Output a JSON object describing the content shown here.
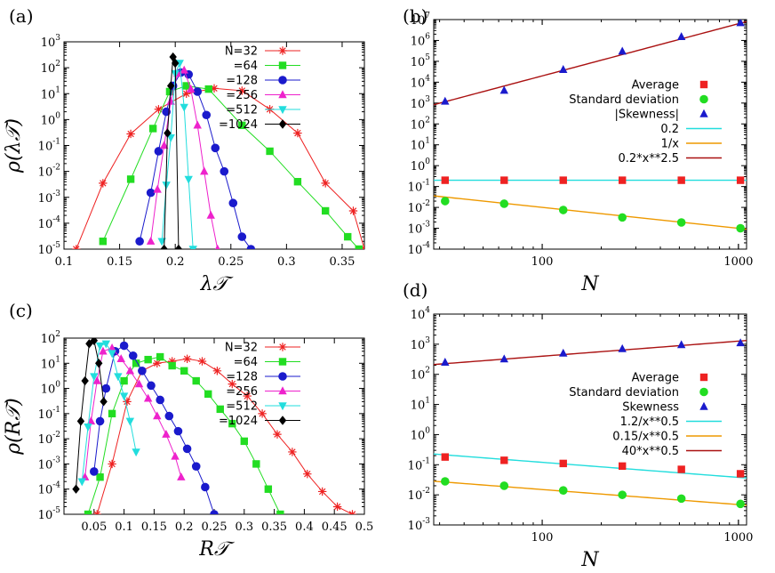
{
  "panel_labels": [
    "(a)",
    "(b)",
    "(c)",
    "(d)"
  ],
  "chart_data": [
    {
      "id": "a",
      "type": "line",
      "xlabel": "λ𝒯",
      "ylabel": "ρ(λ𝒯)",
      "xscale": "linear",
      "yscale": "log",
      "xlim": [
        0.1,
        0.37
      ],
      "ylim": [
        1e-05,
        1000
      ],
      "xticks": [
        0.1,
        0.15,
        0.2,
        0.25,
        0.3,
        0.35
      ],
      "xtick_labels": [
        "0.1",
        "0.15",
        "0.2",
        "0.25",
        "0.3",
        "0.35"
      ],
      "yticks": [
        1e-05,
        0.0001,
        0.001,
        0.01,
        0.1,
        1,
        10,
        100,
        1000
      ],
      "ytick_labels": [
        [
          "10",
          "-5"
        ],
        [
          "10",
          "-4"
        ],
        [
          "10",
          "-3"
        ],
        [
          "10",
          "-2"
        ],
        [
          "10",
          "-1"
        ],
        [
          "10",
          "0"
        ],
        [
          "10",
          "1"
        ],
        [
          "10",
          "2"
        ],
        [
          "10",
          "3"
        ]
      ],
      "legend": "top-right",
      "series": [
        {
          "name": "N=32",
          "color": "#ee2222",
          "marker": "star",
          "x": [
            0.111,
            0.135,
            0.16,
            0.185,
            0.21,
            0.235,
            0.26,
            0.285,
            0.31,
            0.335,
            0.36,
            0.37
          ],
          "y": [
            1e-05,
            0.0035,
            0.28,
            2.5,
            10,
            16,
            13,
            2.5,
            0.3,
            0.0035,
            0.0003,
            1e-05
          ]
        },
        {
          "name": "=64",
          "color": "#22dd22",
          "marker": "square",
          "x": [
            0.135,
            0.16,
            0.18,
            0.195,
            0.21,
            0.23,
            0.26,
            0.285,
            0.31,
            0.335,
            0.355,
            0.365
          ],
          "y": [
            2e-05,
            0.005,
            0.45,
            12,
            20,
            15,
            0.6,
            0.06,
            0.004,
            0.0003,
            3e-05,
            1e-05
          ]
        },
        {
          "name": "=128",
          "color": "#1a1acc",
          "marker": "circle",
          "x": [
            0.168,
            0.178,
            0.185,
            0.192,
            0.198,
            0.205,
            0.212,
            0.22,
            0.228,
            0.236,
            0.244,
            0.252,
            0.26,
            0.268
          ],
          "y": [
            2e-05,
            0.0015,
            0.06,
            2,
            20,
            65,
            55,
            12,
            1.5,
            0.08,
            0.01,
            0.0006,
            3e-05,
            1e-05
          ]
        },
        {
          "name": "=256",
          "color": "#ee22cc",
          "marker": "triangle",
          "x": [
            0.178,
            0.184,
            0.19,
            0.196,
            0.202,
            0.208,
            0.214,
            0.22,
            0.226,
            0.232,
            0.238
          ],
          "y": [
            2e-05,
            0.002,
            0.1,
            5,
            60,
            80,
            15,
            0.6,
            0.01,
            0.0002,
            1e-05
          ]
        },
        {
          "name": "=512",
          "color": "#22dddd",
          "marker": "triangledown",
          "x": [
            0.188,
            0.192,
            0.196,
            0.2,
            0.204,
            0.208,
            0.212,
            0.216
          ],
          "y": [
            2e-05,
            0.003,
            0.2,
            60,
            150,
            3,
            0.005,
            1e-05
          ]
        },
        {
          "name": "=1024",
          "color": "#000000",
          "marker": "diamond",
          "x": [
            0.19,
            0.193,
            0.196,
            0.198,
            0.2,
            0.203
          ],
          "y": [
            1e-05,
            0.3,
            20,
            260,
            150,
            1e-05
          ]
        }
      ]
    },
    {
      "id": "b",
      "type": "scatter",
      "xlabel": "N",
      "xscale": "log",
      "yscale": "log",
      "xlim": [
        28,
        1100
      ],
      "ylim": [
        0.0001,
        10000000.0
      ],
      "xticks": [
        100,
        1000
      ],
      "xtick_labels": [
        "100",
        "1000"
      ],
      "yticks": [
        0.0001,
        0.001,
        0.01,
        0.1,
        1,
        10,
        100,
        1000,
        10000.0,
        100000.0,
        1000000.0,
        10000000.0
      ],
      "ytick_labels": [
        [
          "10",
          "-4"
        ],
        [
          "10",
          "-3"
        ],
        [
          "10",
          "-2"
        ],
        [
          "10",
          "-1"
        ],
        [
          "10",
          "0"
        ],
        [
          "10",
          "1"
        ],
        [
          "10",
          "2"
        ],
        [
          "10",
          "3"
        ],
        [
          "10",
          "4"
        ],
        [
          "10",
          "5"
        ],
        [
          "10",
          "6"
        ],
        [
          "10",
          "7"
        ]
      ],
      "legend": "right",
      "series": [
        {
          "name": "Average",
          "color": "#ee2222",
          "marker": "square",
          "x": [
            32,
            64,
            128,
            256,
            512,
            1024
          ],
          "y": [
            0.2,
            0.2,
            0.2,
            0.2,
            0.2,
            0.2
          ]
        },
        {
          "name": "Standard deviation",
          "color": "#22dd22",
          "marker": "circle",
          "x": [
            32,
            64,
            128,
            256,
            512,
            1024
          ],
          "y": [
            0.02,
            0.015,
            0.0075,
            0.0033,
            0.0019,
            0.001
          ]
        },
        {
          "name": "|Skewness|",
          "color": "#1a1acc",
          "marker": "triangle",
          "x": [
            32,
            64,
            128,
            256,
            512,
            1024
          ],
          "y": [
            1200,
            4000,
            40000,
            300000,
            1500000,
            7000000
          ]
        }
      ],
      "fits": [
        {
          "name": "0.2",
          "color": "#22dddd",
          "a": 0.2,
          "p": 0
        },
        {
          "name": "1/x",
          "color": "#ee9900",
          "a": 1,
          "p": -1
        },
        {
          "name": "0.2*x**2.5",
          "color": "#aa1111",
          "a": 0.2,
          "p": 2.5
        }
      ]
    },
    {
      "id": "c",
      "type": "line",
      "xlabel": "R𝒯",
      "ylabel": "ρ(R𝒯)",
      "xscale": "linear",
      "yscale": "log",
      "xlim": [
        0,
        0.5
      ],
      "ylim": [
        1e-05,
        100
      ],
      "xticks": [
        0.05,
        0.1,
        0.15,
        0.2,
        0.25,
        0.3,
        0.35,
        0.4,
        0.45,
        0.5
      ],
      "xtick_labels": [
        "0.05",
        "0.1",
        "0.15",
        "0.2",
        "0.25",
        "0.3",
        "0.35",
        "0.4",
        "0.45",
        "0.5"
      ],
      "yticks": [
        1e-05,
        0.0001,
        0.001,
        0.01,
        0.1,
        1,
        10,
        100
      ],
      "ytick_labels": [
        [
          "10",
          "-5"
        ],
        [
          "10",
          "-4"
        ],
        [
          "10",
          "-3"
        ],
        [
          "10",
          "-2"
        ],
        [
          "10",
          "-1"
        ],
        [
          "10",
          "0"
        ],
        [
          "10",
          "1"
        ],
        [
          "10",
          "2"
        ]
      ],
      "legend": "top-right",
      "series": [
        {
          "name": "N=32",
          "color": "#ee2222",
          "marker": "star",
          "x": [
            0.055,
            0.08,
            0.105,
            0.13,
            0.155,
            0.18,
            0.205,
            0.23,
            0.255,
            0.28,
            0.305,
            0.33,
            0.355,
            0.38,
            0.405,
            0.43,
            0.455,
            0.48
          ],
          "y": [
            1e-05,
            0.001,
            0.3,
            5,
            10,
            12,
            15,
            12,
            5,
            1.5,
            0.5,
            0.1,
            0.015,
            0.003,
            0.0004,
            8e-05,
            2e-05,
            1e-05
          ]
        },
        {
          "name": "=64",
          "color": "#22dd22",
          "marker": "square",
          "x": [
            0.04,
            0.06,
            0.08,
            0.1,
            0.12,
            0.14,
            0.16,
            0.18,
            0.2,
            0.22,
            0.24,
            0.26,
            0.28,
            0.3,
            0.32,
            0.34,
            0.36
          ],
          "y": [
            1e-05,
            0.0003,
            0.1,
            2,
            10,
            14,
            18,
            8,
            5,
            2,
            0.6,
            0.15,
            0.04,
            0.008,
            0.001,
            0.0001,
            1e-05
          ]
        },
        {
          "name": "=128",
          "color": "#1a1acc",
          "marker": "circle",
          "x": [
            0.05,
            0.06,
            0.07,
            0.085,
            0.1,
            0.115,
            0.13,
            0.145,
            0.16,
            0.175,
            0.19,
            0.205,
            0.22,
            0.235,
            0.25
          ],
          "y": [
            0.0005,
            0.05,
            1,
            30,
            50,
            20,
            5,
            1.3,
            0.35,
            0.08,
            0.02,
            0.004,
            0.0008,
            0.00012,
            1e-05
          ]
        },
        {
          "name": "=256",
          "color": "#ee22cc",
          "marker": "triangle",
          "x": [
            0.035,
            0.045,
            0.055,
            0.065,
            0.08,
            0.095,
            0.11,
            0.125,
            0.14,
            0.155,
            0.17,
            0.185,
            0.195
          ],
          "y": [
            0.0003,
            0.05,
            2,
            30,
            40,
            15,
            5,
            1.5,
            0.4,
            0.08,
            0.015,
            0.002,
            0.0003
          ]
        },
        {
          "name": "=512",
          "color": "#22dddd",
          "marker": "triangledown",
          "x": [
            0.03,
            0.04,
            0.05,
            0.06,
            0.07,
            0.08,
            0.09,
            0.1,
            0.11,
            0.12
          ],
          "y": [
            0.0002,
            0.03,
            3,
            50,
            60,
            25,
            3,
            0.5,
            0.05,
            0.003
          ]
        },
        {
          "name": "=1024",
          "color": "#000000",
          "marker": "diamond",
          "x": [
            0.02,
            0.028,
            0.035,
            0.042,
            0.05,
            0.058,
            0.066
          ],
          "y": [
            0.0001,
            0.05,
            2,
            60,
            80,
            10,
            0.3
          ]
        }
      ]
    },
    {
      "id": "d",
      "type": "scatter",
      "xlabel": "N",
      "xscale": "log",
      "yscale": "log",
      "xlim": [
        28,
        1100
      ],
      "ylim": [
        0.001,
        10000.0
      ],
      "xticks": [
        100,
        1000
      ],
      "xtick_labels": [
        "100",
        "1000"
      ],
      "yticks": [
        0.001,
        0.01,
        0.1,
        1,
        10,
        100,
        1000,
        10000.0
      ],
      "ytick_labels": [
        [
          "10",
          "-3"
        ],
        [
          "10",
          "-2"
        ],
        [
          "10",
          "-1"
        ],
        [
          "10",
          "0"
        ],
        [
          "10",
          "1"
        ],
        [
          "10",
          "2"
        ],
        [
          "10",
          "3"
        ],
        [
          "10",
          "4"
        ]
      ],
      "legend": "right",
      "series": [
        {
          "name": "Average",
          "color": "#ee2222",
          "marker": "square",
          "x": [
            32,
            64,
            128,
            256,
            512,
            1024
          ],
          "y": [
            0.18,
            0.14,
            0.11,
            0.09,
            0.07,
            0.05
          ]
        },
        {
          "name": "Standard deviation",
          "color": "#22dd22",
          "marker": "circle",
          "x": [
            32,
            64,
            128,
            256,
            512,
            1024
          ],
          "y": [
            0.028,
            0.02,
            0.014,
            0.01,
            0.0075,
            0.005
          ]
        },
        {
          "name": "Skewness",
          "color": "#1a1acc",
          "marker": "triangle",
          "x": [
            32,
            64,
            128,
            256,
            512,
            1024
          ],
          "y": [
            250,
            320,
            500,
            700,
            950,
            1100
          ]
        }
      ],
      "fits": [
        {
          "name": "1.2/x**0.5",
          "color": "#22dddd",
          "a": 1.2,
          "p": -0.5
        },
        {
          "name": "0.15/x**0.5",
          "color": "#ee9900",
          "a": 0.15,
          "p": -0.5
        },
        {
          "name": "40*x**0.5",
          "color": "#aa1111",
          "a": 40,
          "p": 0.5
        }
      ]
    }
  ]
}
